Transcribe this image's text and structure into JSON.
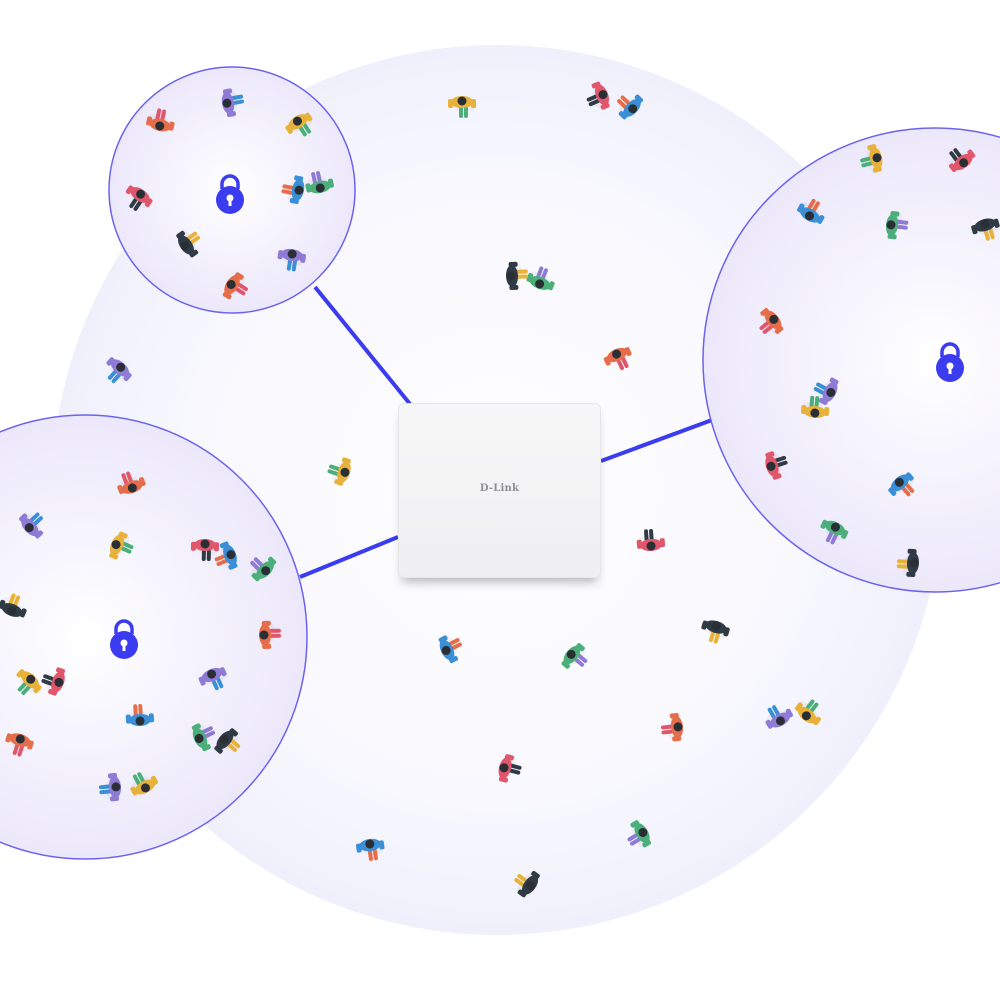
{
  "device": {
    "brand": "D-Link"
  },
  "colors": {
    "accent": "#3b3bf0",
    "coverage": "#f3f3fd",
    "zone_fill": "#f1eefc",
    "zone_stroke": "#6b63f0",
    "people": [
      "#e8b23a",
      "#e0566b",
      "#3a8fd6",
      "#4caf7a",
      "#2f3a44",
      "#e66d4a",
      "#8f7bd6"
    ]
  },
  "zones": [
    {
      "name": "secure-zone-top-left",
      "icon": "lock-icon"
    },
    {
      "name": "secure-zone-right",
      "icon": "lock-icon"
    },
    {
      "name": "secure-zone-left",
      "icon": "lock-icon"
    }
  ]
}
